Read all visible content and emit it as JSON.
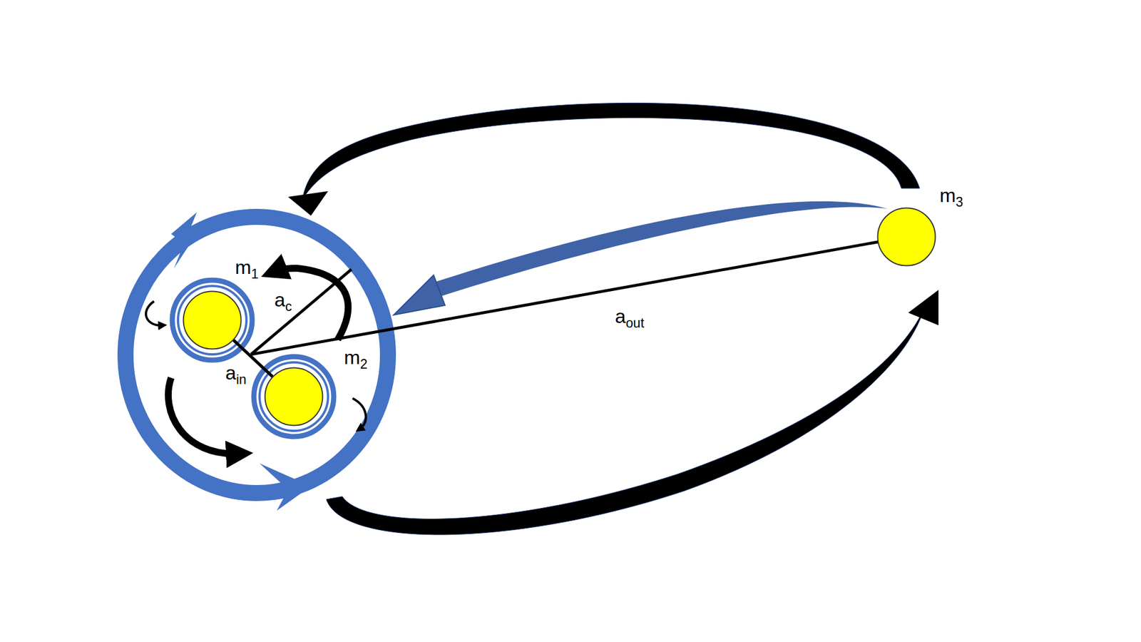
{
  "diagram": {
    "nodes": [
      {
        "text": [
          "m1"
        ]
      },
      {
        "text": [
          "m2"
        ]
      },
      {
        "text": [
          "m3"
        ]
      }
    ],
    "edges": [
      {
        "from": 0,
        "to": 1,
        "arrow": "none"
      }
    ],
    "labels": [
      "ac",
      "ain",
      "aout"
    ]
  }
}
